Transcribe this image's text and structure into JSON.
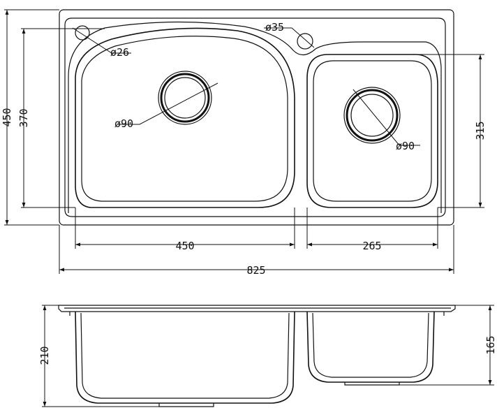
{
  "top_view": {
    "dimensions": {
      "overall_width": "825",
      "overall_depth": "450",
      "large_bowl_width": "450",
      "large_bowl_depth": "370",
      "small_bowl_width": "265",
      "small_bowl_depth": "315"
    },
    "holes": {
      "tap_hole_left": "ø26",
      "tap_hole_right": "ø35",
      "drain_large": "ø90",
      "drain_small": "ø90"
    }
  },
  "side_view": {
    "dimensions": {
      "large_bowl_height": "210",
      "small_bowl_height": "165"
    }
  }
}
